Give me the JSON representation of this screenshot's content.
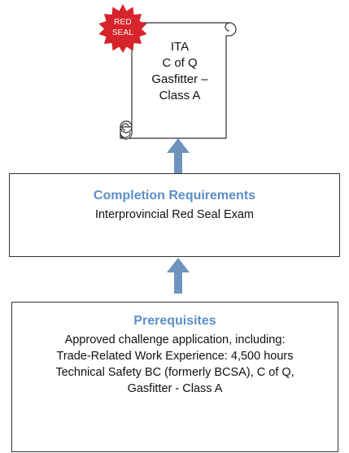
{
  "certificate": {
    "lines": [
      "ITA",
      "C of Q",
      "Gasfitter –",
      "Class A"
    ]
  },
  "seal": {
    "lines": [
      "RED",
      "SEAL"
    ],
    "color": "#d7232b"
  },
  "completion": {
    "title": "Completion Requirements",
    "line": "Interprovincial Red Seal Exam"
  },
  "prerequisites": {
    "title": "Prerequisites",
    "lines": [
      "Approved challenge application, including:",
      "Trade-Related Work Experience:  4,500 hours",
      "Technical Safety BC (formerly BCSA), C of Q,",
      "Gasfitter - Class A"
    ]
  },
  "colors": {
    "heading": "#5b8fc7",
    "arrow": "#6e94be",
    "border": "#333333"
  }
}
